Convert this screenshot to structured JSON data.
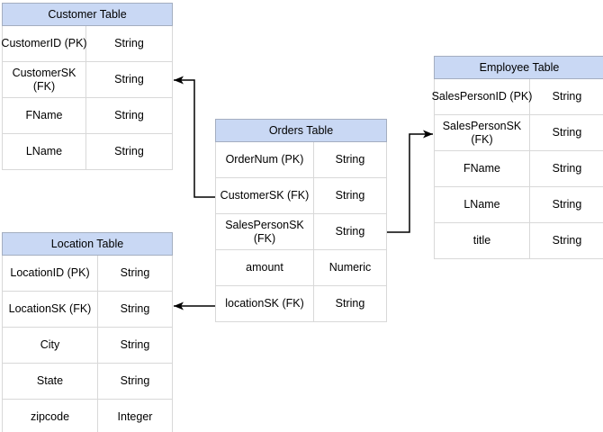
{
  "diagram": {
    "tables": {
      "customer": {
        "title": "Customer Table",
        "rows": [
          {
            "field": "CustomerID (PK)",
            "type": "String"
          },
          {
            "field": "CustomerSK (FK)",
            "type": "String"
          },
          {
            "field": "FName",
            "type": "String"
          },
          {
            "field": "LName",
            "type": "String"
          }
        ]
      },
      "orders": {
        "title": "Orders Table",
        "rows": [
          {
            "field": "OrderNum (PK)",
            "type": "String"
          },
          {
            "field": "CustomerSK (FK)",
            "type": "String"
          },
          {
            "field": "SalesPersonSK (FK)",
            "type": "String"
          },
          {
            "field": "amount",
            "type": "Numeric"
          },
          {
            "field": "locationSK (FK)",
            "type": "String"
          }
        ]
      },
      "employee": {
        "title": "Employee Table",
        "rows": [
          {
            "field": "SalesPersonID (PK)",
            "type": "String"
          },
          {
            "field": "SalesPersonSK (FK)",
            "type": "String"
          },
          {
            "field": "FName",
            "type": "String"
          },
          {
            "field": "LName",
            "type": "String"
          },
          {
            "field": "title",
            "type": "String"
          }
        ]
      },
      "location": {
        "title": "Location Table",
        "rows": [
          {
            "field": "LocationID (PK)",
            "type": "String"
          },
          {
            "field": "LocationSK (FK)",
            "type": "String"
          },
          {
            "field": "City",
            "type": "String"
          },
          {
            "field": "State",
            "type": "String"
          },
          {
            "field": "zipcode",
            "type": "Integer"
          }
        ]
      }
    },
    "relationships": [
      {
        "from_table": "Orders Table",
        "from_field": "CustomerSK (FK)",
        "to_table": "Customer Table",
        "to_field": "CustomerSK (FK)"
      },
      {
        "from_table": "Orders Table",
        "from_field": "SalesPersonSK (FK)",
        "to_table": "Employee Table",
        "to_field": "SalesPersonSK (FK)"
      },
      {
        "from_table": "Orders Table",
        "from_field": "locationSK (FK)",
        "to_table": "Location Table",
        "to_field": "LocationSK (FK)"
      }
    ],
    "colors": {
      "header_fill": "#c9d8f4",
      "header_border": "#a4aec0",
      "row_border": "#d8d8d8",
      "connector": "#000000",
      "text": "#000000",
      "canvas_bg": "#ffffff"
    }
  }
}
